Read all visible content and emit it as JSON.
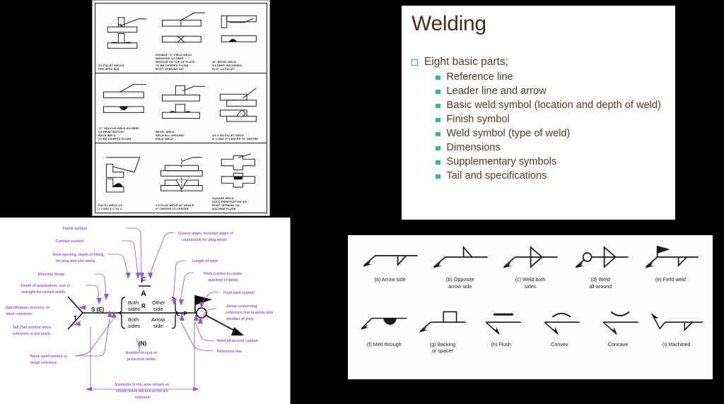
{
  "slide": {
    "title": "Welding",
    "bullet_l1": "Eight basic parts;",
    "items": [
      "Reference line",
      "Leader line and arrow",
      "Basic weld symbol (location and depth of weld)",
      "Finish symbol",
      "Weld symbol (type of weld)",
      "Dimensions",
      "Supplementary symbols",
      "Tail and specifications"
    ],
    "colors": {
      "title": "#4a2d18",
      "text": "#5a3a1e",
      "marker": "#2fb889",
      "background": "#ffffff"
    }
  },
  "weld_examples": {
    "rows": [
      {
        "cells": [
          {
            "caption": "1/4 FILLET WELDS\nPER SPEC W-8."
          },
          {
            "caption": "DOUBLE \"V\" FIELD WELD\nGROOVED 1/4 DEEP\nGROOVE ON TOP OF PLATE\nTO BE CHIPPED FLUSH\nROOT OPENING 1/8\""
          },
          {
            "caption": "45° BEVEL WELD\n5/8 DEEP, MACHINED\nFLAT 1/4 FILLET"
          }
        ]
      },
      {
        "cells": [
          {
            "caption": "\"V\" GROOVE WELD 5/8 DEEP\n1/8 PENETRATION\nBACK WELD\nTO BE CHIPPED FLUSH"
          },
          {
            "caption": "BEVEL WELD\nWELD ALL-AROUND\nFIELD WELD"
          },
          {
            "caption": "1/4 X 5/8 FILLET WELD\n2\" LONG 5\" CENTER TO CENTER"
          }
        ]
      },
      {
        "cells": [
          {
            "caption": "FILLET WELD 1/2\n2 LONG 5 C TO C"
          },
          {
            "caption": "1.0 PLUG WELD 60° ANGLE\n3\" CENTER TO CENTER"
          },
          {
            "caption": "SQUARE WELD\nROOT PENETRATION 5/8\nROOT OPENING 1/8.\nMACHINE FLUSH"
          }
        ]
      }
    ]
  },
  "symbol_anatomy": {
    "annotations": {
      "finish_symbol": "Finish symbol",
      "contour_symbol": "Contour symbol",
      "root_opening": "Root opening; depth of filling\nfor plug and slot welds",
      "effective_throat": "Effective throat",
      "depth_of_preparation": "Depth of preparation; size or\nstrength for certain welds",
      "specification": "Specification, process, or\nother reference",
      "tail": "Tail (Tail omitted when\nreference is not used)",
      "basic_weld_symbol": "Basic weld symbol or\ndetail reference",
      "groove_angle": "Groove angle; included angle of\ncountersink for plug welds",
      "length_of_weld": "Length of weld",
      "pitch": "Pitch (center-to-center\nspacing) of welds",
      "field_weld_symbol": "Field weld symbol",
      "arrow_connecting": "Arrow connecting\nreference line to arrow side\nmember of joint",
      "weld_all_around": "Weld-all-around symbol",
      "reference_line": "Reference line",
      "number_of_spot": "Number of spot or\nprojection welds",
      "elements_note": "Elements in this area remain as\nshown when tail and arrow are\nreversed"
    },
    "glyphs": {
      "tail": "T",
      "size": "S  (E)",
      "finish_over_contour_top": "F",
      "finish_over_contour_bottom": "A",
      "root": "R",
      "length_pitch": "L–P",
      "number": "(N)",
      "both_sides_top": "Both\nsides",
      "other_side": "Other\nside",
      "both_sides_bottom": "Both\nsides",
      "arrow_side": "Arrow\nside"
    },
    "colors": {
      "annotation": "#9a55d6",
      "symbol": "#0d0d0d",
      "background": "#ffffff"
    }
  },
  "symbol_chart": {
    "row1": [
      {
        "label": "(a)  Arrow side",
        "kind": "arrow-side"
      },
      {
        "label": "(b)  Opposite\narrow side",
        "kind": "opposite-arrow-side"
      },
      {
        "label": "(c)  Weld both\nsides",
        "kind": "weld-both-sides"
      },
      {
        "label": "(d)  Weld\nall-around",
        "kind": "weld-all-around"
      },
      {
        "label": "(e)  Field weld",
        "kind": "field-weld"
      }
    ],
    "row2": [
      {
        "label": "(f)  Melt through",
        "kind": "melt-through"
      },
      {
        "label": "(g)  Backing\nor spacer",
        "kind": "backing-or-spacer"
      },
      {
        "label": "(h)  Flush",
        "kind": "flush"
      },
      {
        "label": "Convex",
        "kind": "convex"
      },
      {
        "label": "Concave",
        "kind": "concave"
      },
      {
        "label": "(i)  Machined",
        "kind": "machined"
      }
    ],
    "colors": {
      "line": "#1a1a1a",
      "background": "#fdfdfd"
    }
  }
}
